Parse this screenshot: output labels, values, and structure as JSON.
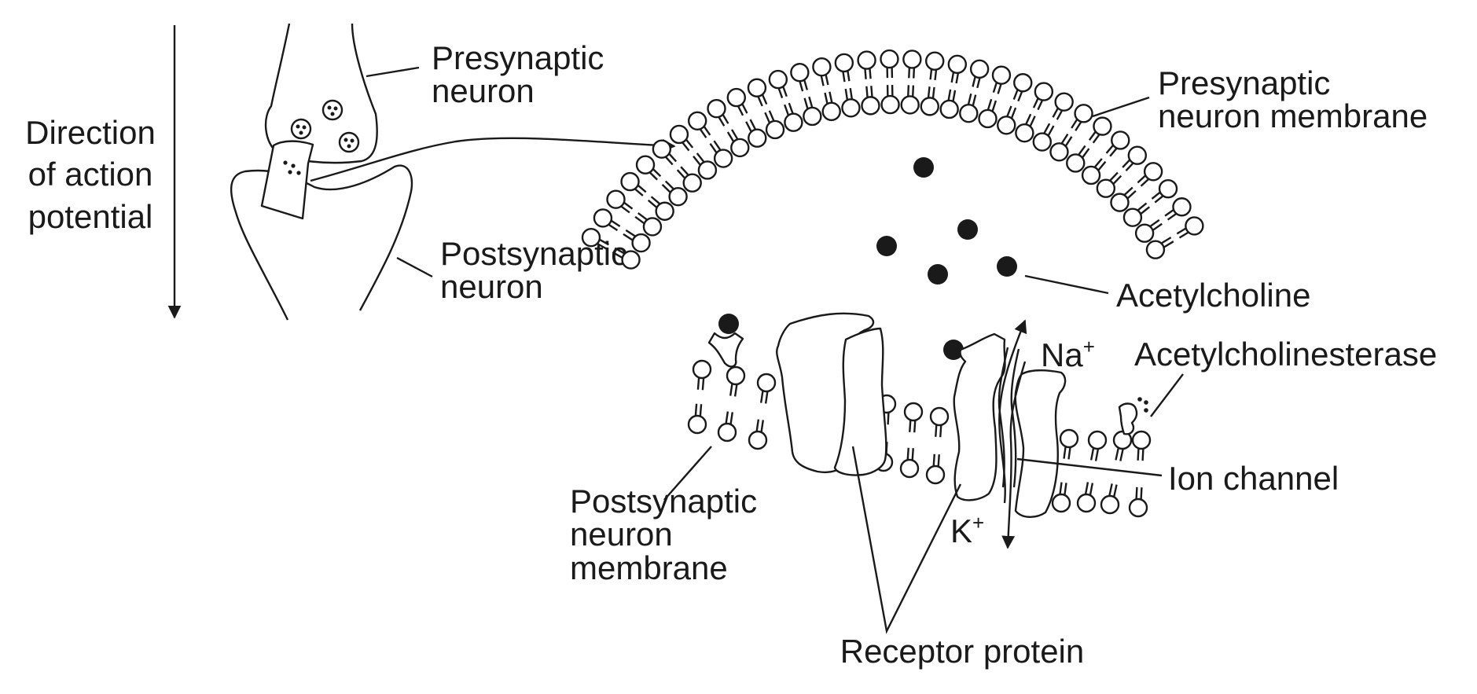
{
  "labels": {
    "direction_1": "Direction",
    "direction_2": "of action",
    "direction_3": "potential",
    "presynaptic_neuron_1": "Presynaptic",
    "presynaptic_neuron_2": "neuron",
    "postsynaptic_neuron_1": "Postsynaptic",
    "postsynaptic_neuron_2": "neuron",
    "presynaptic_membrane_1": "Presynaptic",
    "presynaptic_membrane_2": "neuron membrane",
    "acetylcholine": "Acetylcholine",
    "acetylcholinesterase": "Acetylcholinesterase",
    "na_ion": "Na",
    "na_charge": "+",
    "k_ion": "K",
    "k_charge": "+",
    "ion_channel": "Ion channel",
    "postsynaptic_membrane_1": "Postsynaptic",
    "postsynaptic_membrane_2": "neuron",
    "postsynaptic_membrane_3": "membrane",
    "receptor_protein": "Receptor protein"
  },
  "colors": {
    "ink": "#1a1a1a",
    "background": "#ffffff"
  },
  "icons": {
    "arrow": "arrowhead-icon",
    "phospholipid": "phospholipid-icon",
    "molecule": "acetylcholine-molecule-icon",
    "enzyme": "acetylcholinesterase-icon"
  }
}
